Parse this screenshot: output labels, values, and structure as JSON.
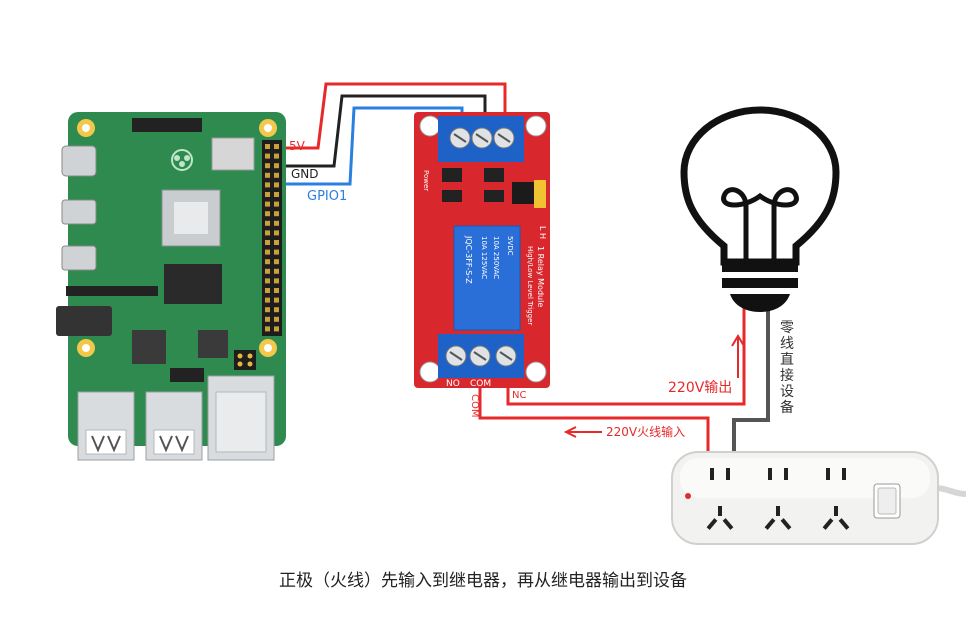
{
  "wire_labels": {
    "five_v": "5V",
    "gnd": "GND",
    "gpio": "GPIO1",
    "com": "COM",
    "nc": "NC",
    "no": "NO",
    "com_short": "COM"
  },
  "flow_labels": {
    "out": "220V输出",
    "in": "220V火线输入",
    "neutral": "零线直接设备"
  },
  "relay_text": {
    "side_label": "1 Relay Module",
    "side_label2": "High/Low Level Trigger",
    "relay_model": "JQC-3FF-S-Z",
    "relay_rating1": "10A 250VAC",
    "relay_rating2": "10A 125VAC",
    "relay_coil": "5VDC",
    "power_led": "Power",
    "low_high": "L  H"
  },
  "caption": "正极（火线）先输入到继电器，再从继电器输出到设备",
  "colors": {
    "board": "#2f8a4f",
    "relay_board": "#d9272e",
    "terminal": "#1e62c8",
    "wire_red": "#e62a2a",
    "wire_black": "#222222",
    "wire_blue": "#2a7fe0",
    "wire_gray": "#555555",
    "strip": "#f2f2f0"
  }
}
